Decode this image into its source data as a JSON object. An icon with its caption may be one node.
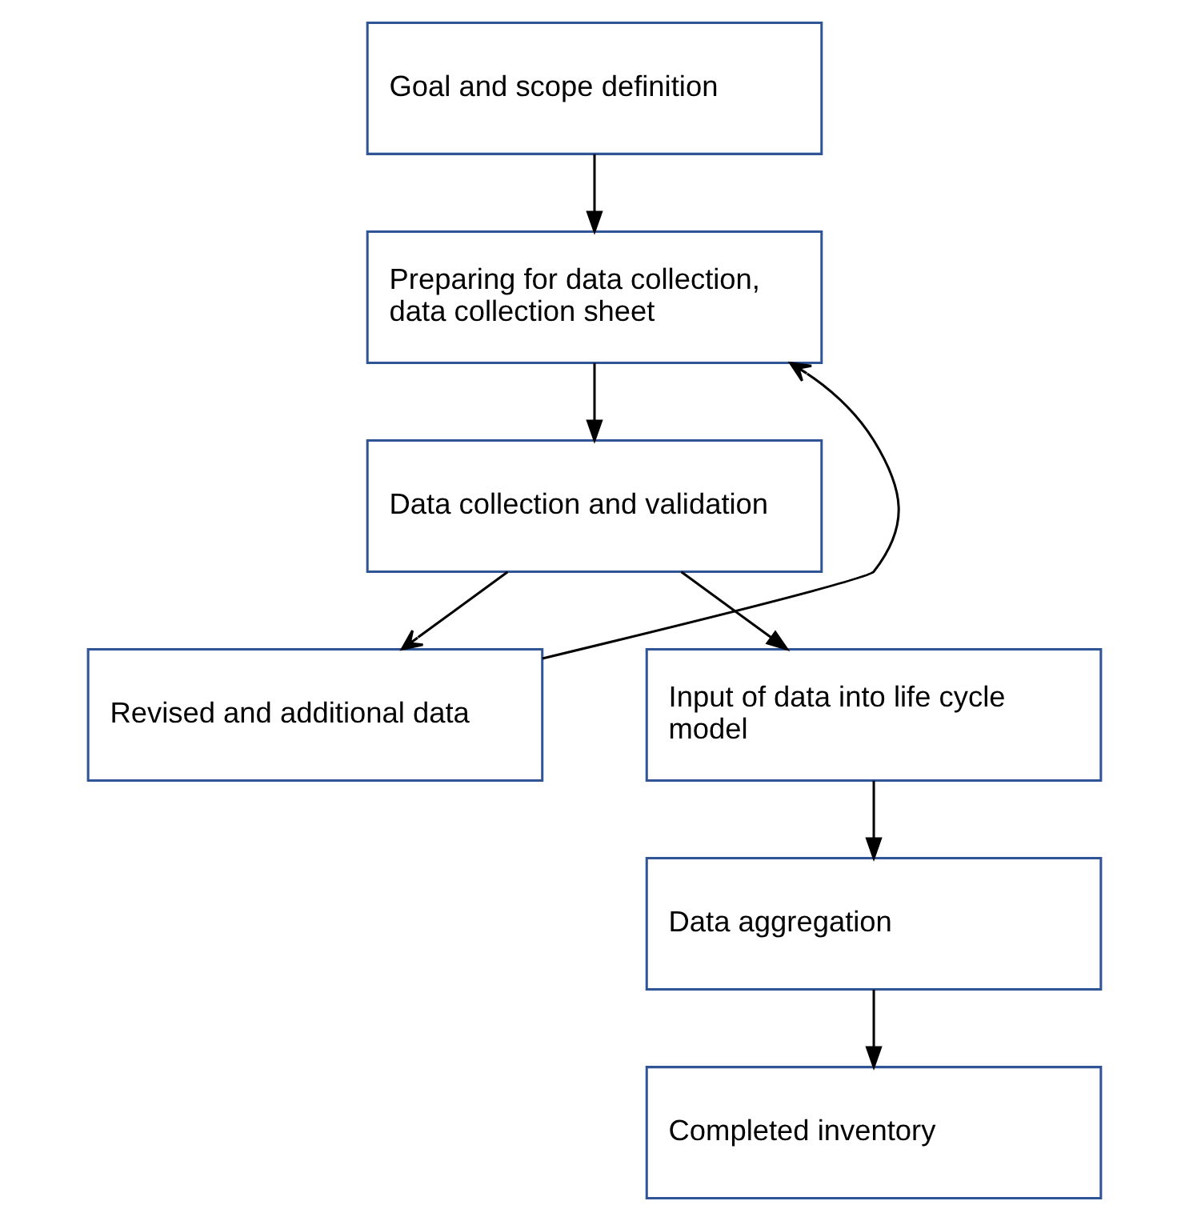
{
  "diagram": {
    "nodes": [
      {
        "text": [
          "Goal and scope definition"
        ]
      },
      {
        "text": [
          "Preparing for data collection, data collection sheet"
        ]
      },
      {
        "text": [
          "Data collection and validation"
        ]
      },
      {
        "text": [
          "Revised and additional data"
        ]
      },
      {
        "text": [
          "Input of data into life cycle model"
        ]
      },
      {
        "text": [
          "Data aggregation"
        ]
      },
      {
        "text": [
          "Completed inventory"
        ]
      }
    ],
    "edges": [
      {
        "from": 0,
        "to": 1,
        "arrow": "to"
      },
      {
        "from": 1,
        "to": 2,
        "arrow": "to"
      },
      {
        "from": 2,
        "to": 3,
        "arrow": "to"
      },
      {
        "from": 3,
        "to": 1,
        "arrow": "to"
      },
      {
        "from": 2,
        "to": 4,
        "arrow": "to"
      },
      {
        "from": 4,
        "to": 5,
        "arrow": "to"
      },
      {
        "from": 5,
        "to": 6,
        "arrow": "to"
      }
    ]
  }
}
